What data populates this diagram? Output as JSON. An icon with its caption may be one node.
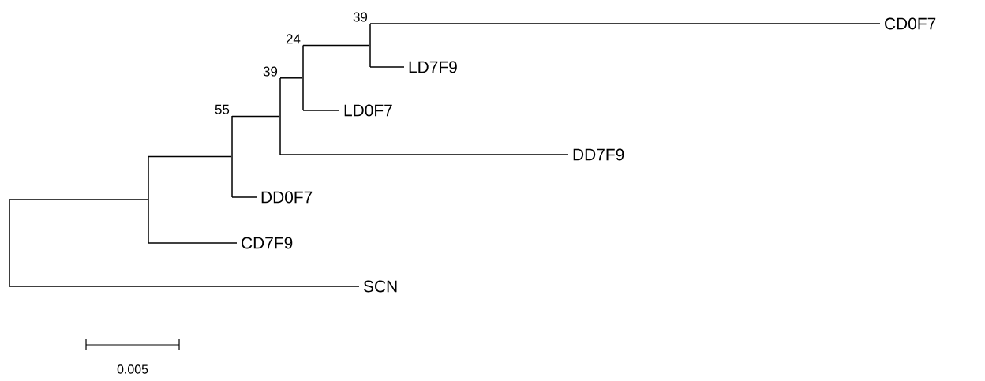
{
  "diagram": {
    "nodes": [
      {
        "text": [],
        "shape": "bar"
      },
      {
        "text": [],
        "shape": "bar"
      },
      {
        "text": [
          "55"
        ]
      },
      {
        "text": [
          "39"
        ]
      },
      {
        "text": [
          "24"
        ]
      },
      {
        "text": [
          "39"
        ]
      },
      {
        "text": [
          "CD0F7"
        ]
      },
      {
        "text": [
          "LD7F9"
        ]
      },
      {
        "text": [
          "LD0F7"
        ]
      },
      {
        "text": [
          "DD7F9"
        ]
      },
      {
        "text": [
          "DD0F7"
        ]
      },
      {
        "text": [
          "CD7F9"
        ]
      },
      {
        "text": [
          "SCN"
        ]
      }
    ],
    "edges": [
      {
        "from": 0,
        "to": 1,
        "arrow": "none"
      },
      {
        "from": 0,
        "to": 12,
        "arrow": "none"
      },
      {
        "from": 1,
        "to": 2,
        "arrow": "none"
      },
      {
        "from": 1,
        "to": 11,
        "arrow": "none"
      },
      {
        "from": 2,
        "to": 3,
        "arrow": "none"
      },
      {
        "from": 2,
        "to": 10,
        "arrow": "none"
      },
      {
        "from": 3,
        "to": 4,
        "arrow": "none"
      },
      {
        "from": 3,
        "to": 9,
        "arrow": "none"
      },
      {
        "from": 4,
        "to": 5,
        "arrow": "none"
      },
      {
        "from": 4,
        "to": 8,
        "arrow": "none"
      },
      {
        "from": 5,
        "to": 6,
        "arrow": "none"
      },
      {
        "from": 5,
        "to": 7,
        "arrow": "none"
      }
    ],
    "labels": [
      "0.005"
    ]
  }
}
